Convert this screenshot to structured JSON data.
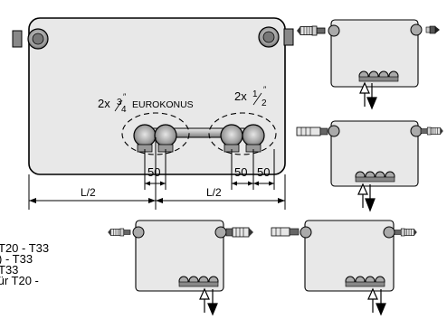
{
  "main_radiator": {
    "left_pair_label": {
      "prefix": "2x",
      "num": "3",
      "den": "4",
      "suffix": "EUROKONUS"
    },
    "right_pair_label": {
      "prefix": "2x",
      "num": "1",
      "den": "2"
    },
    "left_spacing": "50",
    "right_spacing_a": "50",
    "right_spacing_b": "50",
    "half_left": "L/2",
    "half_right": "L/2"
  },
  "partial_text_lines": [
    "T20 - T33",
    ") - T33",
    "T33",
    " für T20 -"
  ]
}
